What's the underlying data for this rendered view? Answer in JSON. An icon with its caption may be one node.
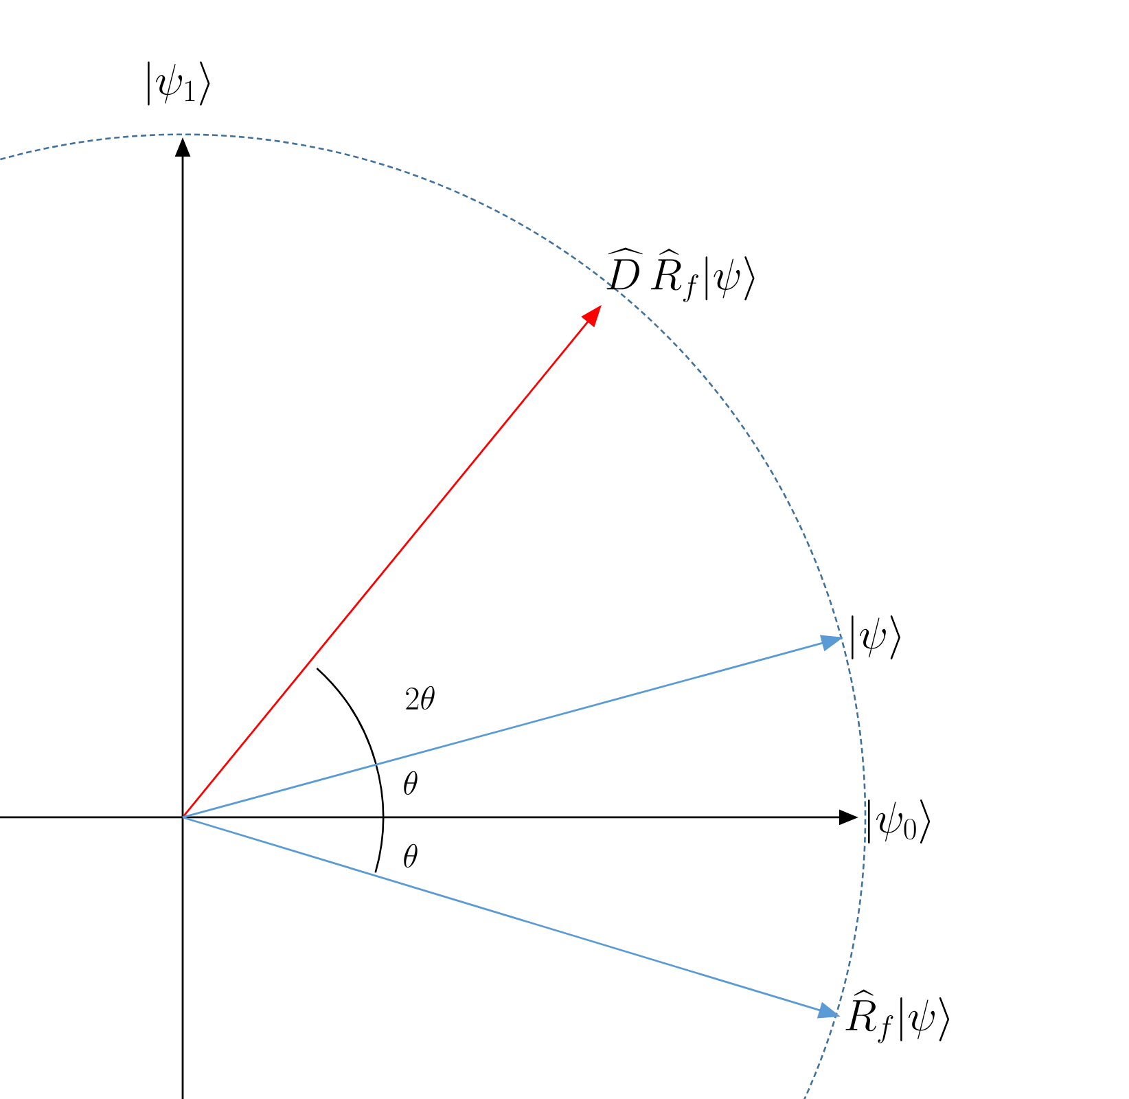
{
  "diagram": {
    "nodes": [
      {
        "text": [
          "\\widehat{D}\\,\\widehat{R}_f|\\psi\\rangle"
        ]
      },
      {
        "text": [
          "|\\psi\\rangle"
        ]
      },
      {
        "text": [
          "\\widehat{R}_f|\\psi\\rangle"
        ]
      }
    ],
    "edges": [
      {
        "from": null,
        "to": 0,
        "arrow": "to",
        "color": "#ff0000"
      },
      {
        "from": null,
        "to": 1,
        "arrow": "to"
      },
      {
        "from": null,
        "to": 2,
        "arrow": "to"
      }
    ],
    "labels": [
      "|\\psi_1\\rangle",
      "2\\theta",
      "\\theta",
      "|\\psi_0\\rangle",
      "\\theta"
    ]
  }
}
